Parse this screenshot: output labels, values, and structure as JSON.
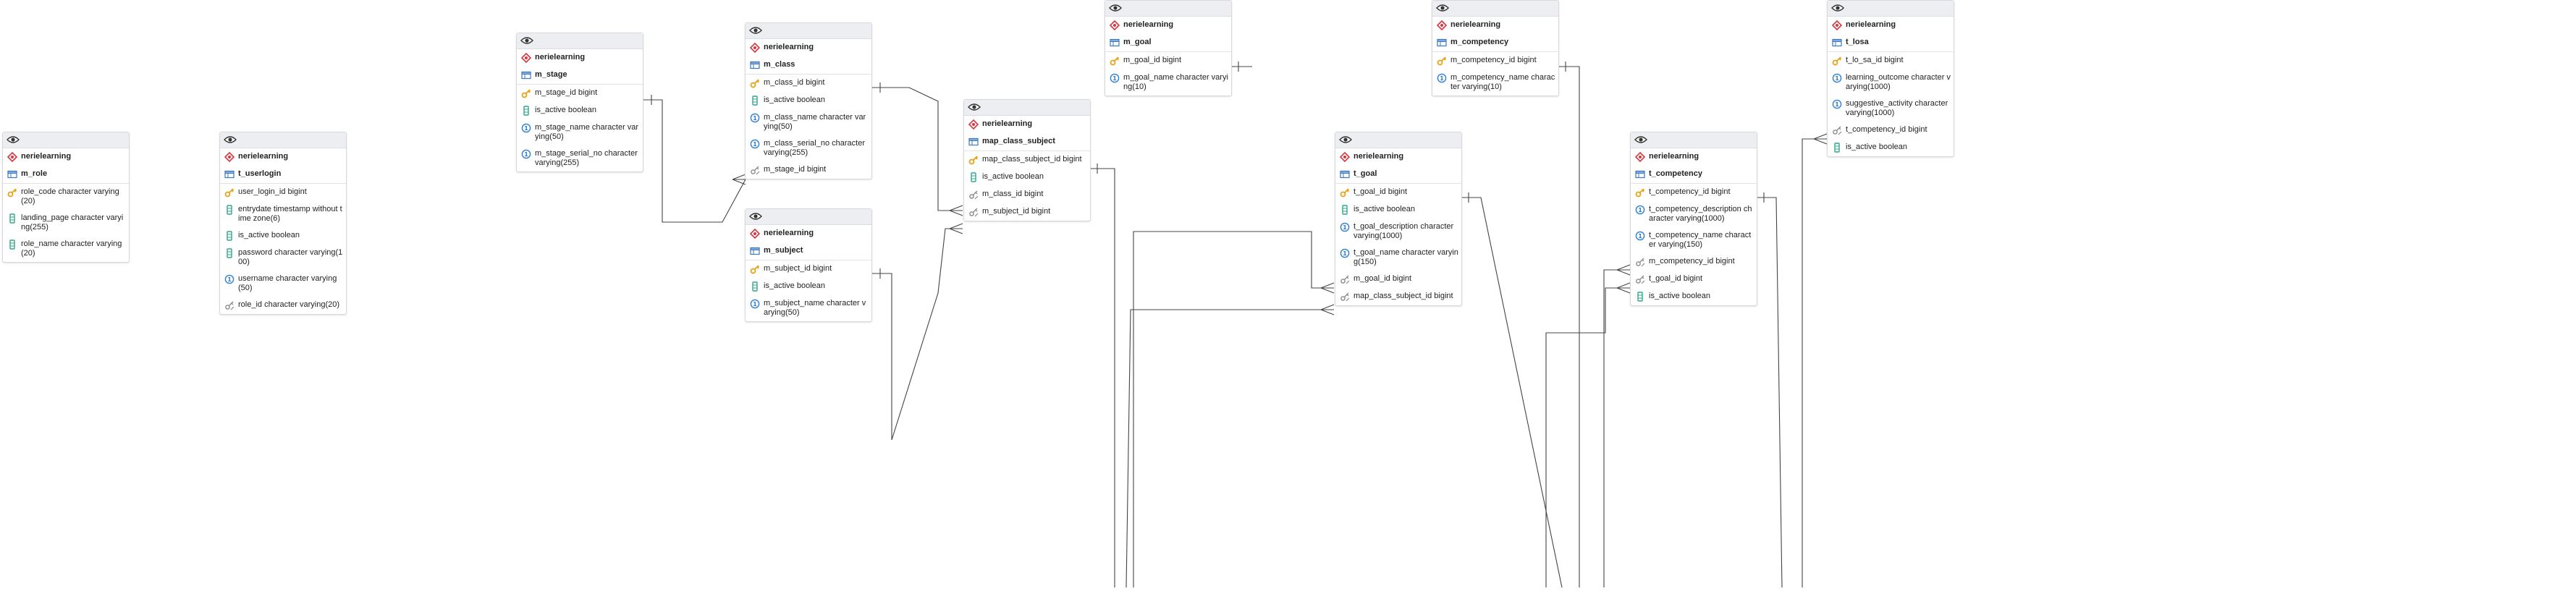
{
  "diagram": {
    "tables": [
      {
        "id": "m_role",
        "schema": "nerielearning",
        "name": "m_role",
        "columns": [
          {
            "icon": "key-icon",
            "text": "role_code character varying(20)"
          },
          {
            "icon": "column-icon",
            "text": "landing_page character varying(255)"
          },
          {
            "icon": "column-icon",
            "text": "role_name character varying(20)"
          }
        ]
      },
      {
        "id": "t_userlogin",
        "schema": "nerielearning",
        "name": "t_userlogin",
        "columns": [
          {
            "icon": "key-icon",
            "text": "user_login_id bigint"
          },
          {
            "icon": "column-icon",
            "text": "entrydate timestamp without time zone(6)"
          },
          {
            "icon": "column-icon",
            "text": "is_active boolean"
          },
          {
            "icon": "column-icon",
            "text": "password character varying(100)"
          },
          {
            "icon": "unique-icon",
            "text": "username character varying(50)"
          },
          {
            "icon": "fk-icon",
            "text": "role_id character varying(20)"
          }
        ]
      },
      {
        "id": "m_stage",
        "schema": "nerielearning",
        "name": "m_stage",
        "columns": [
          {
            "icon": "key-icon",
            "text": "m_stage_id bigint"
          },
          {
            "icon": "column-icon",
            "text": "is_active boolean"
          },
          {
            "icon": "unique-icon",
            "text": "m_stage_name character varying(50)"
          },
          {
            "icon": "unique-icon",
            "text": "m_stage_serial_no character varying(255)"
          }
        ]
      },
      {
        "id": "m_class",
        "schema": "nerielearning",
        "name": "m_class",
        "columns": [
          {
            "icon": "key-icon",
            "text": "m_class_id bigint"
          },
          {
            "icon": "column-icon",
            "text": "is_active boolean"
          },
          {
            "icon": "unique-icon",
            "text": "m_class_name character varying(50)"
          },
          {
            "icon": "unique-icon",
            "text": "m_class_serial_no character varying(255)"
          },
          {
            "icon": "fk-icon",
            "text": "m_stage_id bigint"
          }
        ]
      },
      {
        "id": "m_subject",
        "schema": "nerielearning",
        "name": "m_subject",
        "columns": [
          {
            "icon": "key-icon",
            "text": "m_subject_id bigint"
          },
          {
            "icon": "column-icon",
            "text": "is_active boolean"
          },
          {
            "icon": "unique-icon",
            "text": "m_subject_name character varying(50)"
          }
        ]
      },
      {
        "id": "map_class_subject",
        "schema": "nerielearning",
        "name": "map_class_subject",
        "columns": [
          {
            "icon": "key-icon",
            "text": "map_class_subject_id bigint"
          },
          {
            "icon": "column-icon",
            "text": "is_active boolean"
          },
          {
            "icon": "fk-icon",
            "text": "m_class_id bigint"
          },
          {
            "icon": "fk-icon",
            "text": "m_subject_id bigint"
          }
        ]
      },
      {
        "id": "m_goal",
        "schema": "nerielearning",
        "name": "m_goal",
        "columns": [
          {
            "icon": "key-icon",
            "text": "m_goal_id bigint"
          },
          {
            "icon": "unique-icon",
            "text": "m_goal_name character varying(10)"
          }
        ]
      },
      {
        "id": "t_goal",
        "schema": "nerielearning",
        "name": "t_goal",
        "columns": [
          {
            "icon": "key-icon",
            "text": "t_goal_id bigint"
          },
          {
            "icon": "column-icon",
            "text": "is_active boolean"
          },
          {
            "icon": "unique-icon",
            "text": "t_goal_description character varying(1000)"
          },
          {
            "icon": "unique-icon",
            "text": "t_goal_name character varying(150)"
          },
          {
            "icon": "fk-icon",
            "text": "m_goal_id bigint"
          },
          {
            "icon": "fk-icon",
            "text": "map_class_subject_id bigint"
          }
        ]
      },
      {
        "id": "m_competency",
        "schema": "nerielearning",
        "name": "m_competency",
        "columns": [
          {
            "icon": "key-icon",
            "text": "m_competency_id bigint"
          },
          {
            "icon": "unique-icon",
            "text": "m_competency_name character varying(10)"
          }
        ]
      },
      {
        "id": "t_competency",
        "schema": "nerielearning",
        "name": "t_competency",
        "columns": [
          {
            "icon": "key-icon",
            "text": "t_competency_id bigint"
          },
          {
            "icon": "unique-icon",
            "text": "t_competency_description character varying(1000)"
          },
          {
            "icon": "unique-icon",
            "text": "t_competency_name character varying(150)"
          },
          {
            "icon": "fk-icon",
            "text": "m_competency_id bigint"
          },
          {
            "icon": "fk-icon",
            "text": "t_goal_id bigint"
          },
          {
            "icon": "column-icon",
            "text": "is_active boolean"
          }
        ]
      },
      {
        "id": "t_losa",
        "schema": "nerielearning",
        "name": "t_losa",
        "columns": [
          {
            "icon": "key-icon",
            "text": "t_lo_sa_id bigint"
          },
          {
            "icon": "unique-icon",
            "text": "learning_outcome character varying(1000)"
          },
          {
            "icon": "unique-icon",
            "text": "suggestive_activity character varying(1000)"
          },
          {
            "icon": "fk-icon",
            "text": "t_competency_id bigint"
          },
          {
            "icon": "column-icon",
            "text": "is_active boolean"
          }
        ]
      }
    ],
    "colors": {
      "key": "#e8a317",
      "column": "#2fa88c",
      "unique": "#2e7fd8",
      "schema": "#d9363e",
      "table": "#3a78c2",
      "line": "#444444"
    }
  }
}
